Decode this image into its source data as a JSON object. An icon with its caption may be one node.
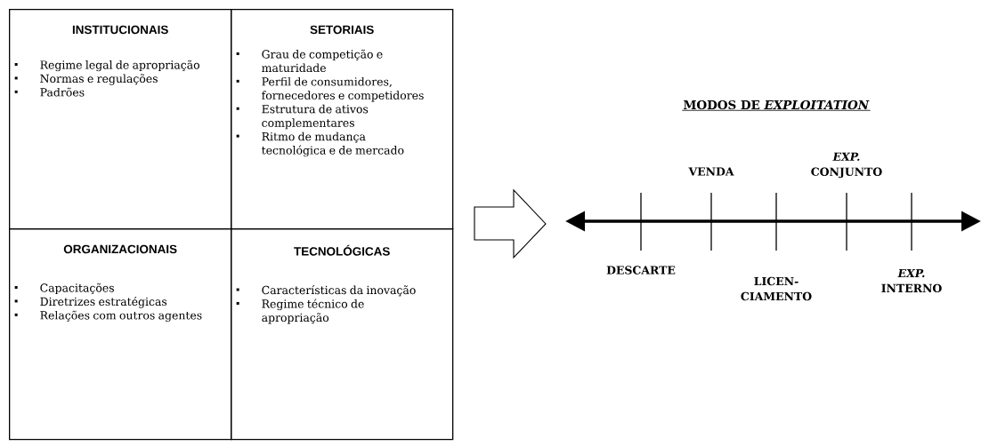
{
  "diagram": {
    "title": "MODOS DE *EXPLOITATION*",
    "nodes": [
      {
        "text": [
          "INSTITUCIONAIS",
          "Regime legal de apropriação",
          "Normas e regulações",
          "Padrões"
        ]
      },
      {
        "text": [
          "SETORIAIS",
          "Grau de competição e maturidade",
          "Perfil de consumidores, fornecedores e competidores",
          "Estrutura de ativos complementares",
          "Ritmo de mudança tecnológica e de mercado"
        ]
      },
      {
        "text": [
          "ORGANIZACIONAIS",
          "Capacitações",
          "Diretrizes estratégicas",
          "Relações com outros agentes"
        ]
      },
      {
        "text": [
          "TECNOLÓGICAS",
          "Características da inovação",
          "Regime técnico de apropriação"
        ]
      }
    ],
    "edges": [],
    "labels": [
      "*EXP.* CONJUNTO",
      "VENDA",
      "DESCARTE",
      "LICEN- CIAMENTO",
      "*EXP.* INTERNO"
    ]
  }
}
